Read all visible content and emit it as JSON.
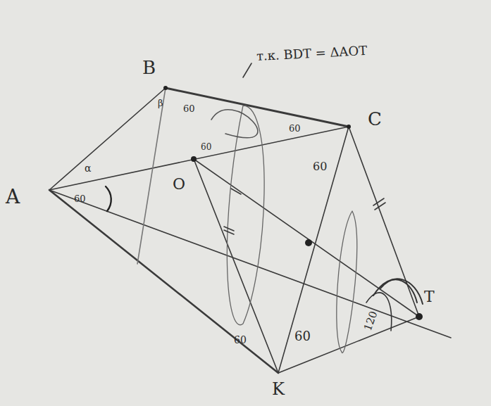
{
  "diagram": {
    "labels": [
      "B",
      "C",
      "A",
      "O",
      "T",
      "K",
      "т.к. BDT = ΔAOT",
      "60",
      "60",
      "60",
      "60",
      "60",
      "60",
      "60",
      "α",
      "β",
      "120"
    ]
  }
}
